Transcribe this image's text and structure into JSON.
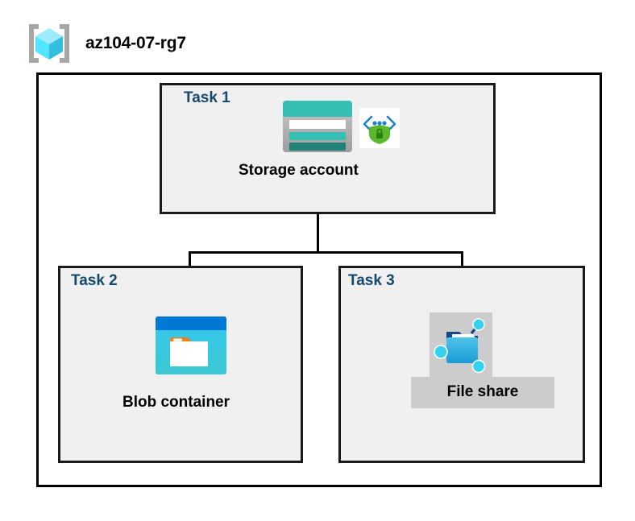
{
  "diagram": {
    "type": "azure-architecture-diagram",
    "resource_group": {
      "name": "az104-07-rg7",
      "icon": "resource-group-icon"
    },
    "tasks": [
      {
        "id": "task1",
        "label": "Task 1",
        "node_label": "Storage account",
        "icons": [
          "storage-account-icon",
          "storage-encryption-icon"
        ]
      },
      {
        "id": "task2",
        "label": "Task 2",
        "node_label": "Blob container",
        "icons": [
          "blob-container-icon"
        ]
      },
      {
        "id": "task3",
        "label": "Task 3",
        "node_label": "File share",
        "icons": [
          "file-share-icon"
        ]
      }
    ],
    "connections": [
      {
        "from": "Storage account",
        "to": "Blob container"
      },
      {
        "from": "Storage account",
        "to": "File share"
      }
    ],
    "colors": {
      "task_label": "#15496e",
      "node_label": "#000000",
      "task_box_fill": "#f0f0f0",
      "box_border": "#1a1a1a",
      "canvas": "#ffffff",
      "highlight_block": "#cccccc",
      "storage_teal": "#35bfb3",
      "storage_teal_dark": "#238276",
      "blob_blue": "#0078d4",
      "blob_cyan": "#32c8e8",
      "blob_orange": "#f0811a",
      "shield_green": "#5ab82e",
      "cube_cyan": "#50e6ff"
    }
  }
}
